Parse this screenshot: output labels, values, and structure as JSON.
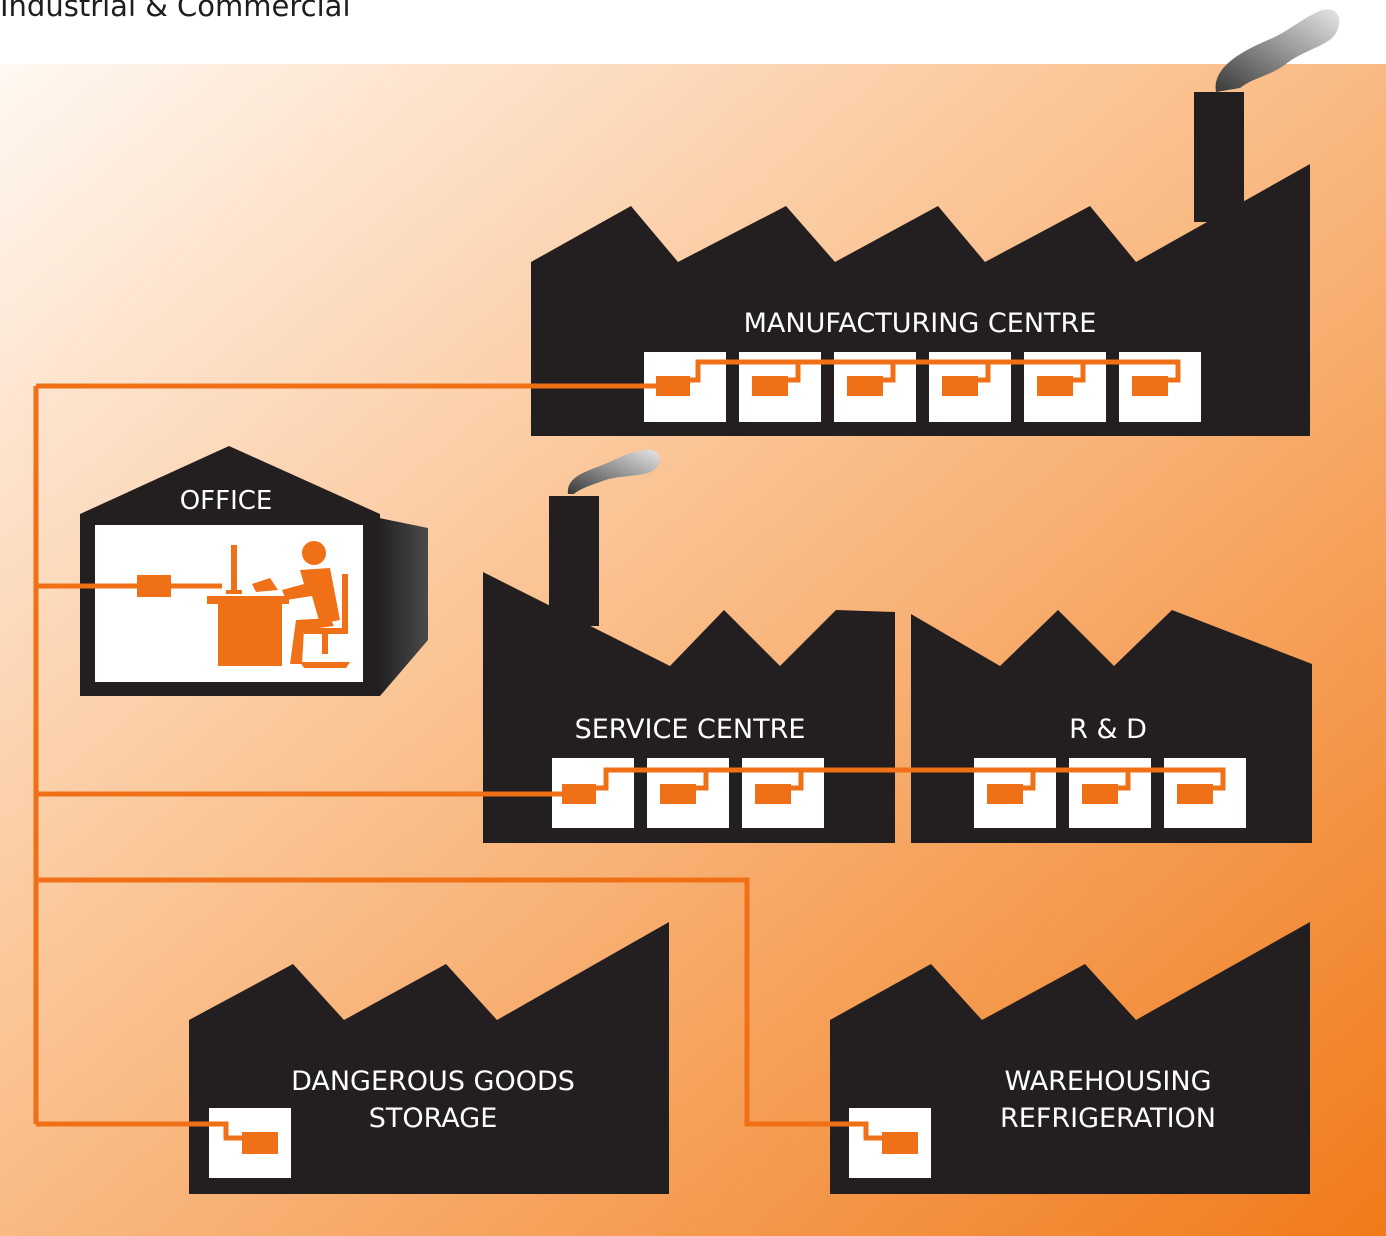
{
  "page_title": "Industrial & Commercial",
  "colors": {
    "accent": "#ef7016",
    "building": "#231f20",
    "gradient_start": "#fff8f2",
    "gradient_end": "#f07a1a"
  },
  "buildings": {
    "manufacturing": {
      "label": "MANUFACTURING CENTRE"
    },
    "office": {
      "label": "OFFICE"
    },
    "service": {
      "label": "SERVICE CENTRE"
    },
    "rnd": {
      "label": "R & D"
    },
    "dangerous": {
      "line1": "DANGEROUS GOODS",
      "line2": "STORAGE"
    },
    "warehousing": {
      "line1": "WAREHOUSING",
      "line2": "REFRIGERATION"
    }
  },
  "icons": {
    "unit": "device-box-icon",
    "smoke": "smoke-icon",
    "worker": "desk-worker-icon"
  }
}
